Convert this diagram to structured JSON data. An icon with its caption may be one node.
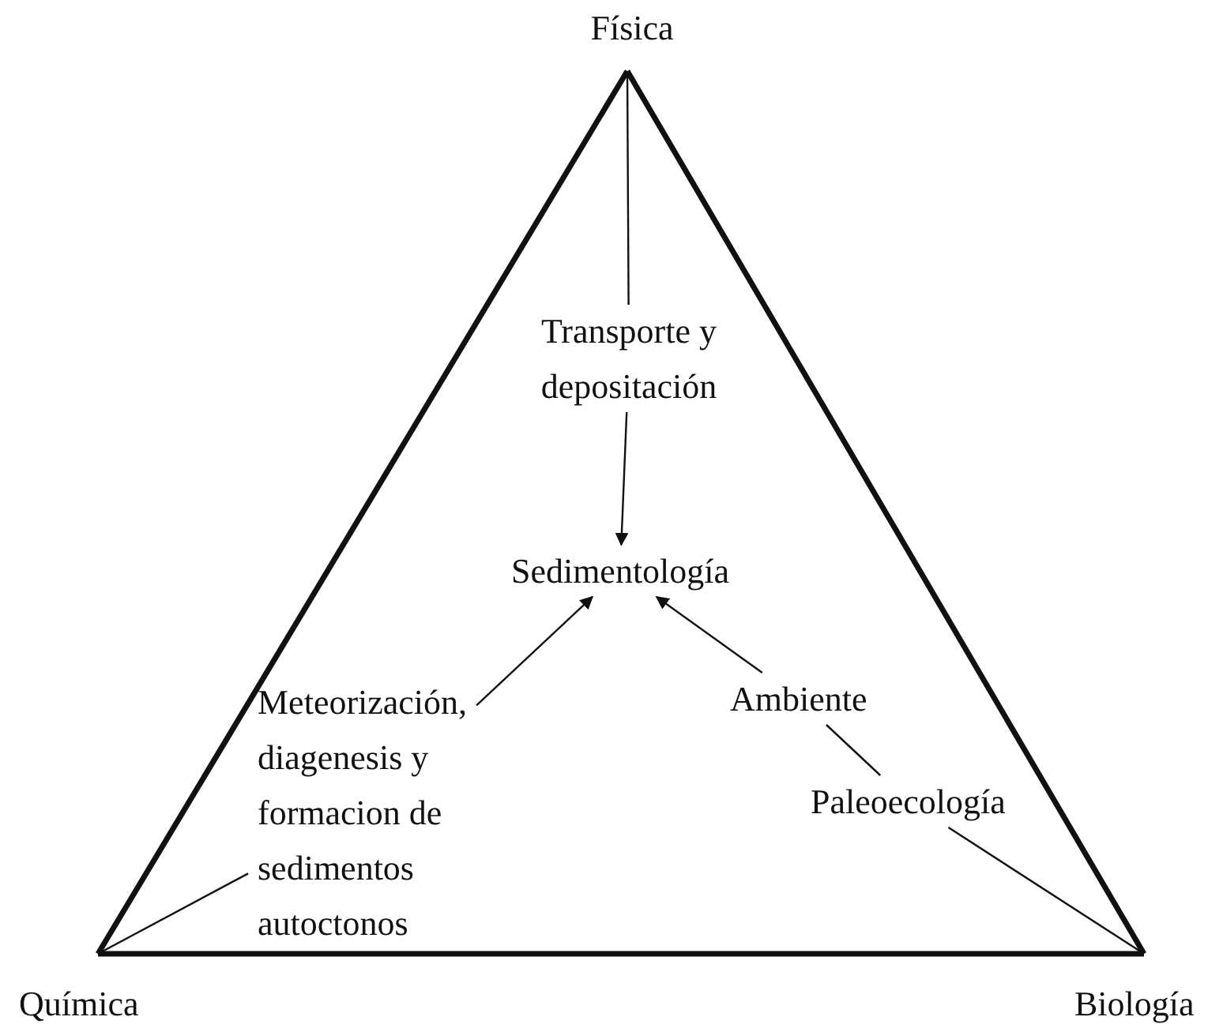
{
  "diagram": {
    "nodes": [
      {
        "text": [
          "Física"
        ]
      },
      {
        "text": [
          "Transporte y depositación"
        ]
      },
      {
        "text": [
          "Sedimentología"
        ]
      },
      {
        "text": [
          "Meteorización, diagenesis y formacion de sedimentos autoctonos"
        ]
      },
      {
        "text": [
          "Ambiente"
        ]
      },
      {
        "text": [
          "Paleoecología"
        ]
      },
      {
        "text": [
          "Química"
        ]
      },
      {
        "text": [
          "Biología"
        ]
      }
    ],
    "edges": [
      {
        "from": 0,
        "to": 6,
        "arrow": "none",
        "style": "thick"
      },
      {
        "from": 0,
        "to": 7,
        "arrow": "none",
        "style": "thick"
      },
      {
        "from": 6,
        "to": 7,
        "arrow": "none",
        "style": "thick"
      },
      {
        "from": 0,
        "to": 1,
        "arrow": "none"
      },
      {
        "from": 1,
        "to": 2,
        "arrow": "to"
      },
      {
        "from": 6,
        "to": 3,
        "arrow": "none"
      },
      {
        "from": 3,
        "to": 2,
        "arrow": "to"
      },
      {
        "from": 7,
        "to": 5,
        "arrow": "none"
      },
      {
        "from": 5,
        "to": 4,
        "arrow": "none"
      },
      {
        "from": 4,
        "to": 2,
        "arrow": "to"
      }
    ]
  }
}
